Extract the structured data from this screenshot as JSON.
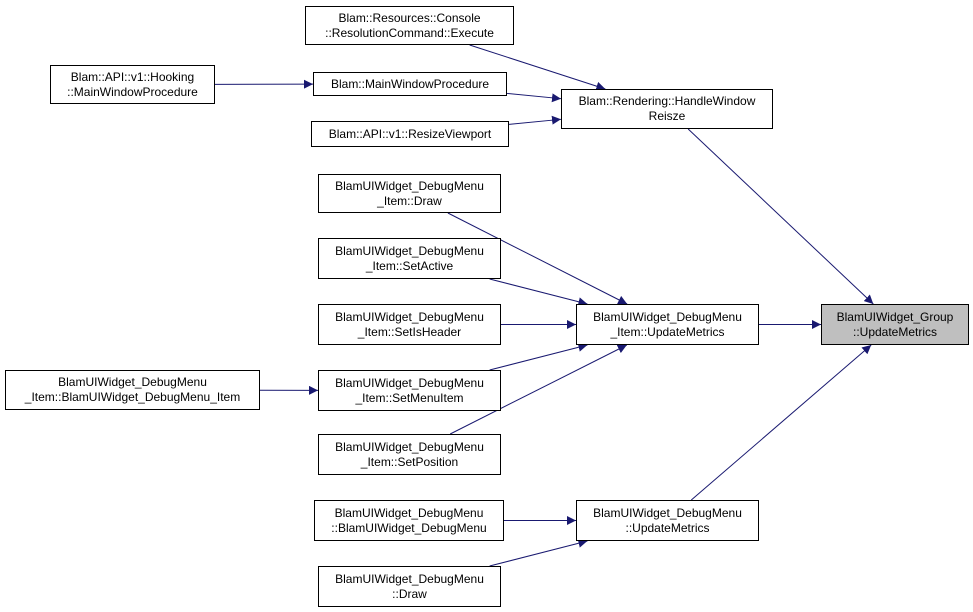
{
  "colors": {
    "edge": "#191970",
    "node_border": "#000000",
    "node_fill": "#ffffff",
    "focus_fill": "#bfbfbf"
  },
  "nodes": {
    "n_console": [
      "Blam::Resources::Console",
      "::ResolutionCommand::Execute"
    ],
    "n_hooking": [
      "Blam::API::v1::Hooking",
      "::MainWindowProcedure"
    ],
    "n_mainwndproc": [
      "Blam::MainWindowProcedure"
    ],
    "n_resizeviewport": [
      "Blam::API::v1::ResizeViewport"
    ],
    "n_handleresize": [
      "Blam::Rendering::HandleWindow",
      "Reisze"
    ],
    "n_item_draw": [
      "BlamUIWidget_DebugMenu",
      "_Item::Draw"
    ],
    "n_item_setactive": [
      "BlamUIWidget_DebugMenu",
      "_Item::SetActive"
    ],
    "n_item_setisheader": [
      "BlamUIWidget_DebugMenu",
      "_Item::SetIsHeader"
    ],
    "n_item_ctor": [
      "BlamUIWidget_DebugMenu",
      "_Item::BlamUIWidget_DebugMenu_Item"
    ],
    "n_item_setmenuitem": [
      "BlamUIWidget_DebugMenu",
      "_Item::SetMenuItem"
    ],
    "n_item_setposition": [
      "BlamUIWidget_DebugMenu",
      "_Item::SetPosition"
    ],
    "n_item_update": [
      "BlamUIWidget_DebugMenu",
      "_Item::UpdateMetrics"
    ],
    "n_group_update": [
      "BlamUIWidget_Group",
      "::UpdateMetrics"
    ],
    "n_menu_ctor": [
      "BlamUIWidget_DebugMenu",
      "::BlamUIWidget_DebugMenu"
    ],
    "n_menu_update": [
      "BlamUIWidget_DebugMenu",
      "::UpdateMetrics"
    ],
    "n_menu_draw": [
      "BlamUIWidget_DebugMenu",
      "::Draw"
    ]
  },
  "focus_node": "n_group_update",
  "edges": [
    [
      "n_console",
      "n_handleresize"
    ],
    [
      "n_hooking",
      "n_mainwndproc"
    ],
    [
      "n_mainwndproc",
      "n_handleresize"
    ],
    [
      "n_resizeviewport",
      "n_handleresize"
    ],
    [
      "n_handleresize",
      "n_group_update"
    ],
    [
      "n_item_draw",
      "n_item_update"
    ],
    [
      "n_item_setactive",
      "n_item_update"
    ],
    [
      "n_item_setisheader",
      "n_item_update"
    ],
    [
      "n_item_ctor",
      "n_item_setmenuitem"
    ],
    [
      "n_item_setmenuitem",
      "n_item_update"
    ],
    [
      "n_item_setposition",
      "n_item_update"
    ],
    [
      "n_item_update",
      "n_group_update"
    ],
    [
      "n_menu_ctor",
      "n_menu_update"
    ],
    [
      "n_menu_draw",
      "n_menu_update"
    ],
    [
      "n_menu_update",
      "n_group_update"
    ]
  ]
}
